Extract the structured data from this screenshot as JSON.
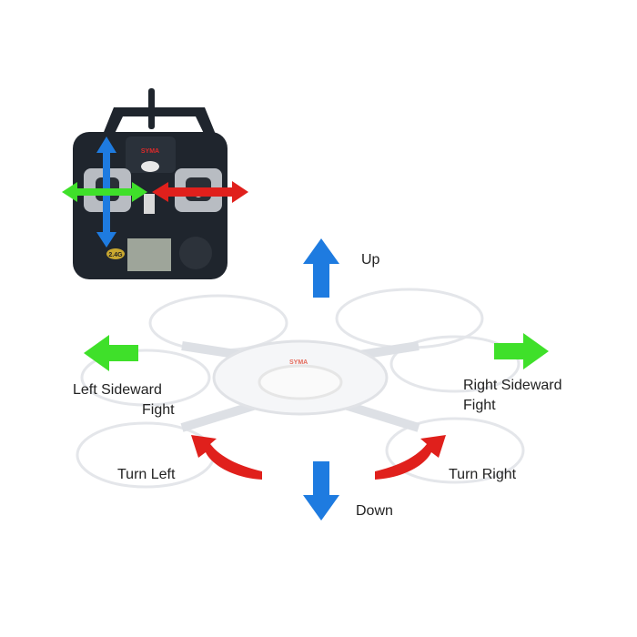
{
  "controller": {
    "brand_logo": "SYMA",
    "badge": "2.4G"
  },
  "labels": {
    "up": "Up",
    "down": "Down",
    "left_line1": "Left Sideward",
    "left_line2": "Fight",
    "right_line1": "Right Sideward",
    "right_line2": "Fight",
    "turn_left": "Turn Left",
    "turn_right": "Turn Right"
  },
  "colors": {
    "up_down": "#1e7be0",
    "sideward": "#3fe02a",
    "turn": "#e0201c",
    "controller": "#1f252d"
  }
}
